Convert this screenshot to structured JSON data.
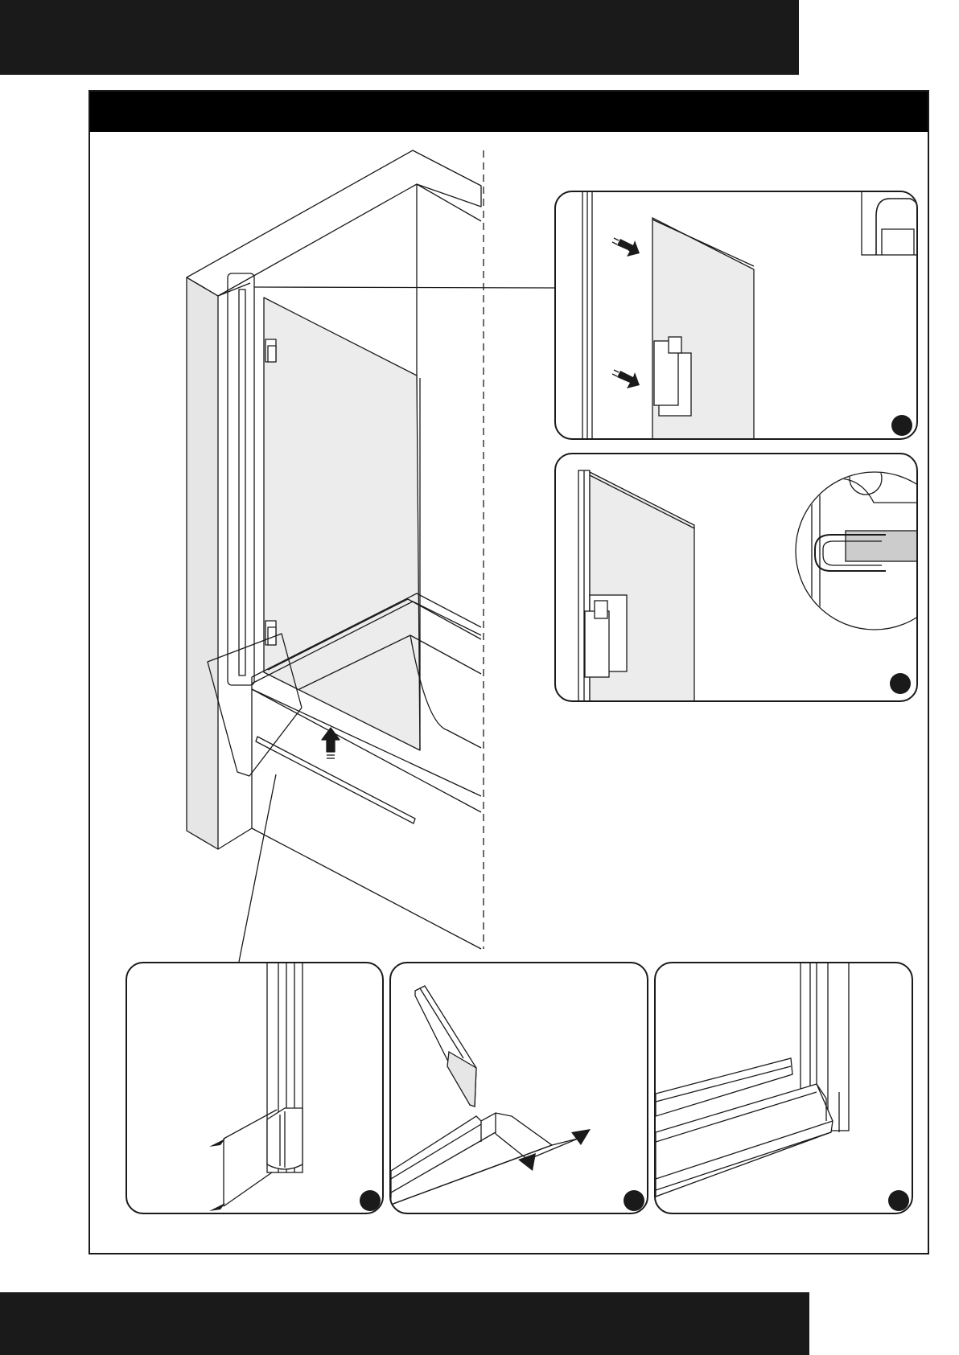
{
  "colors": {
    "ink": "#1a1a1a",
    "glass": "#ececec",
    "wall": "#e6e6e6",
    "seal_fill": "#cccccc"
  },
  "icons": [
    "arrow-up-icon",
    "arrow-right-icon"
  ],
  "steps": [
    {
      "name": "step-1",
      "glyph": ""
    },
    {
      "name": "step-2",
      "glyph": ""
    },
    {
      "name": "step-3",
      "glyph": ""
    },
    {
      "name": "step-4",
      "glyph": ""
    },
    {
      "name": "step-5",
      "glyph": ""
    }
  ]
}
